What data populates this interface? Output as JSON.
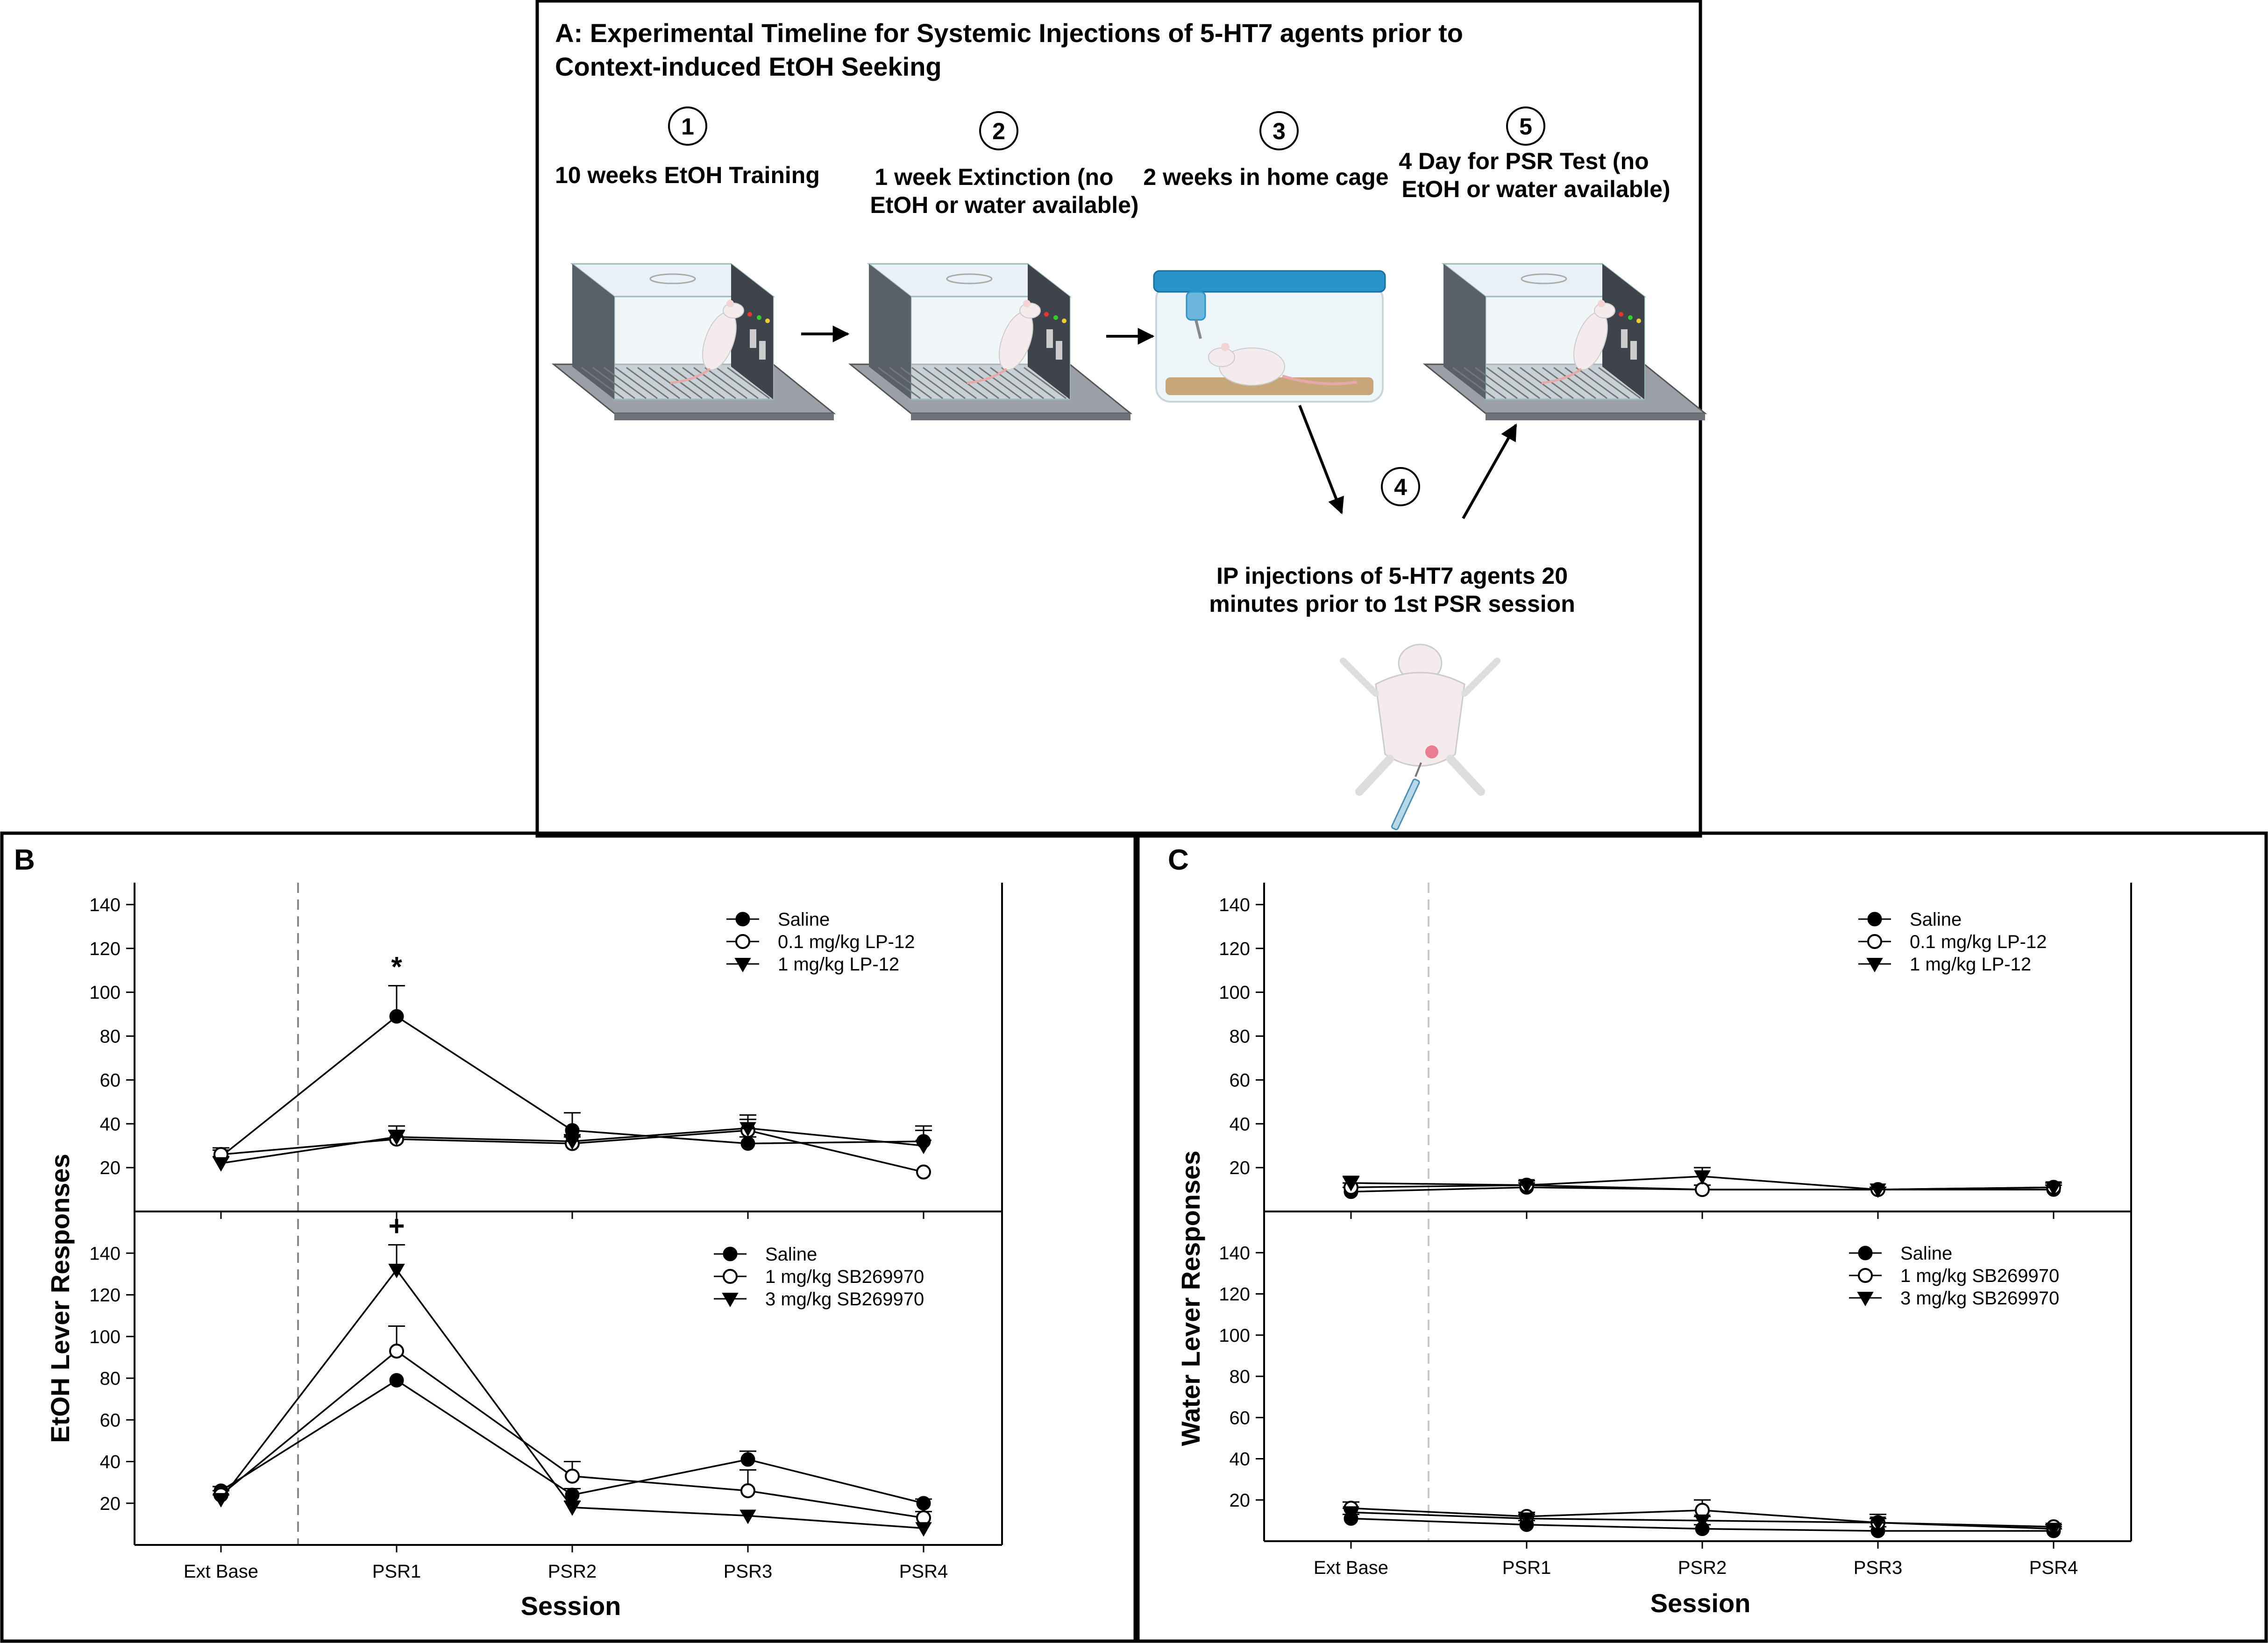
{
  "colors": {
    "ink": "#000000",
    "dashed_line": "#8a8a8a",
    "cage_lid": "#2a93c9",
    "box_dark": "#5a6068",
    "glass": "#e8f1f5",
    "rat": "#f4ecec",
    "tail": "#e6a8a8",
    "bedding": "#c7a77a",
    "injection": "#e6506a"
  },
  "panel_a": {
    "title_line1": "A: Experimental Timeline for Systemic Injections of 5-HT7 agents prior to",
    "title_line2": "Context-induced EtOH Seeking",
    "steps": [
      {
        "num": "1",
        "line1": "10 weeks EtOH Training",
        "line2": ""
      },
      {
        "num": "2",
        "line1": "1 week Extinction (no",
        "line2": "EtOH or water available)"
      },
      {
        "num": "3",
        "line1": "2 weeks in home cage",
        "line2": ""
      },
      {
        "num": "4",
        "line1": "IP injections of 5-HT7 agents 20",
        "line2": "minutes prior to 1st PSR session"
      },
      {
        "num": "5",
        "line1": "4 Day for PSR Test (no",
        "line2": "EtOH or water available)"
      }
    ],
    "icons": [
      "operant-chamber-icon",
      "operant-chamber-icon",
      "home-cage-icon",
      "operant-chamber-icon",
      "ip-injection-rat-icon"
    ]
  },
  "panel_b": {
    "letter": "B",
    "ylabel": "EtOH Lever Responses",
    "xlabel": "Session",
    "sig_top": "*",
    "sig_bottom": "+"
  },
  "panel_c": {
    "letter": "C",
    "ylabel": "Water Lever Responses",
    "xlabel": "Session"
  },
  "chart_data": [
    {
      "id": "B-top",
      "type": "line",
      "categories": [
        "Ext Base",
        "PSR1",
        "PSR2",
        "PSR3",
        "PSR4"
      ],
      "ylim": [
        0,
        150
      ],
      "yticks": [
        20,
        40,
        60,
        80,
        100,
        120,
        140
      ],
      "legend_placement": "top-right",
      "series": [
        {
          "name": "Saline",
          "marker": "filled-circle",
          "values": [
            25,
            89,
            37,
            31,
            32
          ],
          "errors": [
            3,
            14,
            8,
            3,
            5
          ]
        },
        {
          "name": "0.1 mg/kg LP-12",
          "marker": "open-circle",
          "values": [
            26,
            33,
            31,
            37,
            18
          ],
          "errors": [
            3,
            4,
            3,
            5,
            0
          ]
        },
        {
          "name": "1 mg/kg LP-12",
          "marker": "filled-triangle-down",
          "values": [
            22,
            34,
            32,
            38,
            30
          ],
          "errors": [
            3,
            5,
            3,
            6,
            9
          ]
        }
      ]
    },
    {
      "id": "B-bottom",
      "type": "line",
      "categories": [
        "Ext Base",
        "PSR1",
        "PSR2",
        "PSR3",
        "PSR4"
      ],
      "ylim": [
        0,
        160
      ],
      "yticks": [
        20,
        40,
        60,
        80,
        100,
        120,
        140
      ],
      "legend_placement": "top-right",
      "series": [
        {
          "name": "Saline",
          "marker": "filled-circle",
          "values": [
            26,
            79,
            24,
            41,
            20
          ],
          "errors": [
            2,
            0,
            3,
            4,
            2
          ]
        },
        {
          "name": "1 mg/kg SB269970",
          "marker": "open-circle",
          "values": [
            24,
            93,
            33,
            26,
            13
          ],
          "errors": [
            2,
            12,
            7,
            10,
            3
          ]
        },
        {
          "name": "3 mg/kg SB269970",
          "marker": "filled-triangle-down",
          "values": [
            22,
            132,
            18,
            14,
            8
          ],
          "errors": [
            2,
            12,
            3,
            0,
            0
          ]
        }
      ]
    },
    {
      "id": "C-top",
      "type": "line",
      "categories": [
        "Ext Base",
        "PSR1",
        "PSR2",
        "PSR3",
        "PSR4"
      ],
      "ylim": [
        0,
        150
      ],
      "yticks": [
        20,
        40,
        60,
        80,
        100,
        120,
        140
      ],
      "legend_placement": "top-right",
      "series": [
        {
          "name": "Saline",
          "marker": "filled-circle",
          "values": [
            9,
            11,
            10,
            10,
            10
          ],
          "errors": [
            2,
            2,
            2,
            1,
            2
          ]
        },
        {
          "name": "0.1 mg/kg LP-12",
          "marker": "open-circle",
          "values": [
            11,
            12,
            10,
            10,
            11
          ],
          "errors": [
            2,
            2,
            2,
            1,
            2
          ]
        },
        {
          "name": "1 mg/kg LP-12",
          "marker": "filled-triangle-down",
          "values": [
            13,
            12,
            16,
            10,
            11
          ],
          "errors": [
            3,
            2,
            4,
            1,
            2
          ]
        }
      ]
    },
    {
      "id": "C-bottom",
      "type": "line",
      "categories": [
        "Ext Base",
        "PSR1",
        "PSR2",
        "PSR3",
        "PSR4"
      ],
      "ylim": [
        0,
        160
      ],
      "yticks": [
        20,
        40,
        60,
        80,
        100,
        120,
        140
      ],
      "legend_placement": "top-right",
      "series": [
        {
          "name": "Saline",
          "marker": "filled-circle",
          "values": [
            11,
            8,
            6,
            5,
            5
          ],
          "errors": [
            2,
            2,
            2,
            2,
            1
          ]
        },
        {
          "name": "1 mg/kg SB269970",
          "marker": "open-circle",
          "values": [
            16,
            12,
            15,
            9,
            7
          ],
          "errors": [
            3,
            2,
            5,
            2,
            1
          ]
        },
        {
          "name": "3 mg/kg SB269970",
          "marker": "filled-triangle-down",
          "values": [
            14,
            11,
            10,
            9,
            6
          ],
          "errors": [
            2,
            2,
            2,
            4,
            1
          ]
        }
      ]
    }
  ]
}
